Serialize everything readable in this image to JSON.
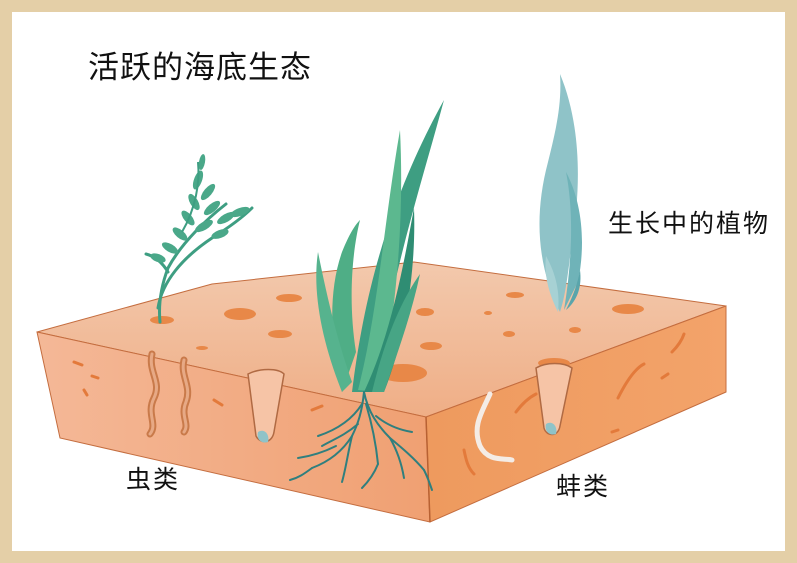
{
  "diagram": {
    "title": "活跃的海底生态",
    "labels": {
      "plants": "生长中的植物",
      "worms": "虫类",
      "clams": "蚌类"
    }
  },
  "colors": {
    "frame": "#e4cfa7",
    "panel": "#ffffff",
    "sediment_top": "#f1b58f",
    "sediment_front": "#f0a477",
    "sediment_right": "#ef9153",
    "holes": "#e88848",
    "plant_green": "#3e9e82",
    "plant_light": "#8fc3c8",
    "roots": "#2f7f7e"
  }
}
